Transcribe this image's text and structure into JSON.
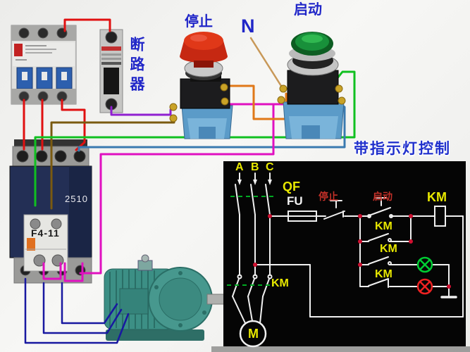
{
  "photo": {
    "breaker_label": "断路器",
    "stop_button_label": "停止",
    "start_button_label": "启动",
    "neutral_label": "N",
    "contactor_model": "2510",
    "contactor_aux_model": "F4-11"
  },
  "schematic": {
    "title": "带指示灯控制",
    "phases": [
      "A",
      "B",
      "C"
    ],
    "breaker_label": "QF",
    "fuse_label": "FU",
    "stop_label": "停止",
    "start_label": "启动",
    "contactor_label": "KM",
    "motor_label": "M"
  },
  "colors": {
    "panel_bg": "#050505",
    "schematic_line": "#f0f0f0",
    "schematic_yellow": "#e8e800",
    "schematic_red_text": "#c23028",
    "junction_dot": "#d01030",
    "dashed_link_green": "#00aa22",
    "lamp_green": "#00cc33",
    "lamp_red": "#ee2222",
    "label_blue": "#2026c8",
    "wire_red": "#e01010",
    "wire_purple": "#9020d0",
    "wire_brown": "#7a5a10",
    "wire_green": "#10c020",
    "wire_cyan": "#3a7ab0",
    "wire_magenta": "#e010c0",
    "wire_orange": "#e07818",
    "wire_tan": "#c89858",
    "wire_motor_blue": "#1818a0",
    "stop_cap_red": "#d63018",
    "start_lens_green": "#18903a",
    "button_base_blue": "#5b9bc8",
    "motor_teal": "#3c8f85"
  }
}
